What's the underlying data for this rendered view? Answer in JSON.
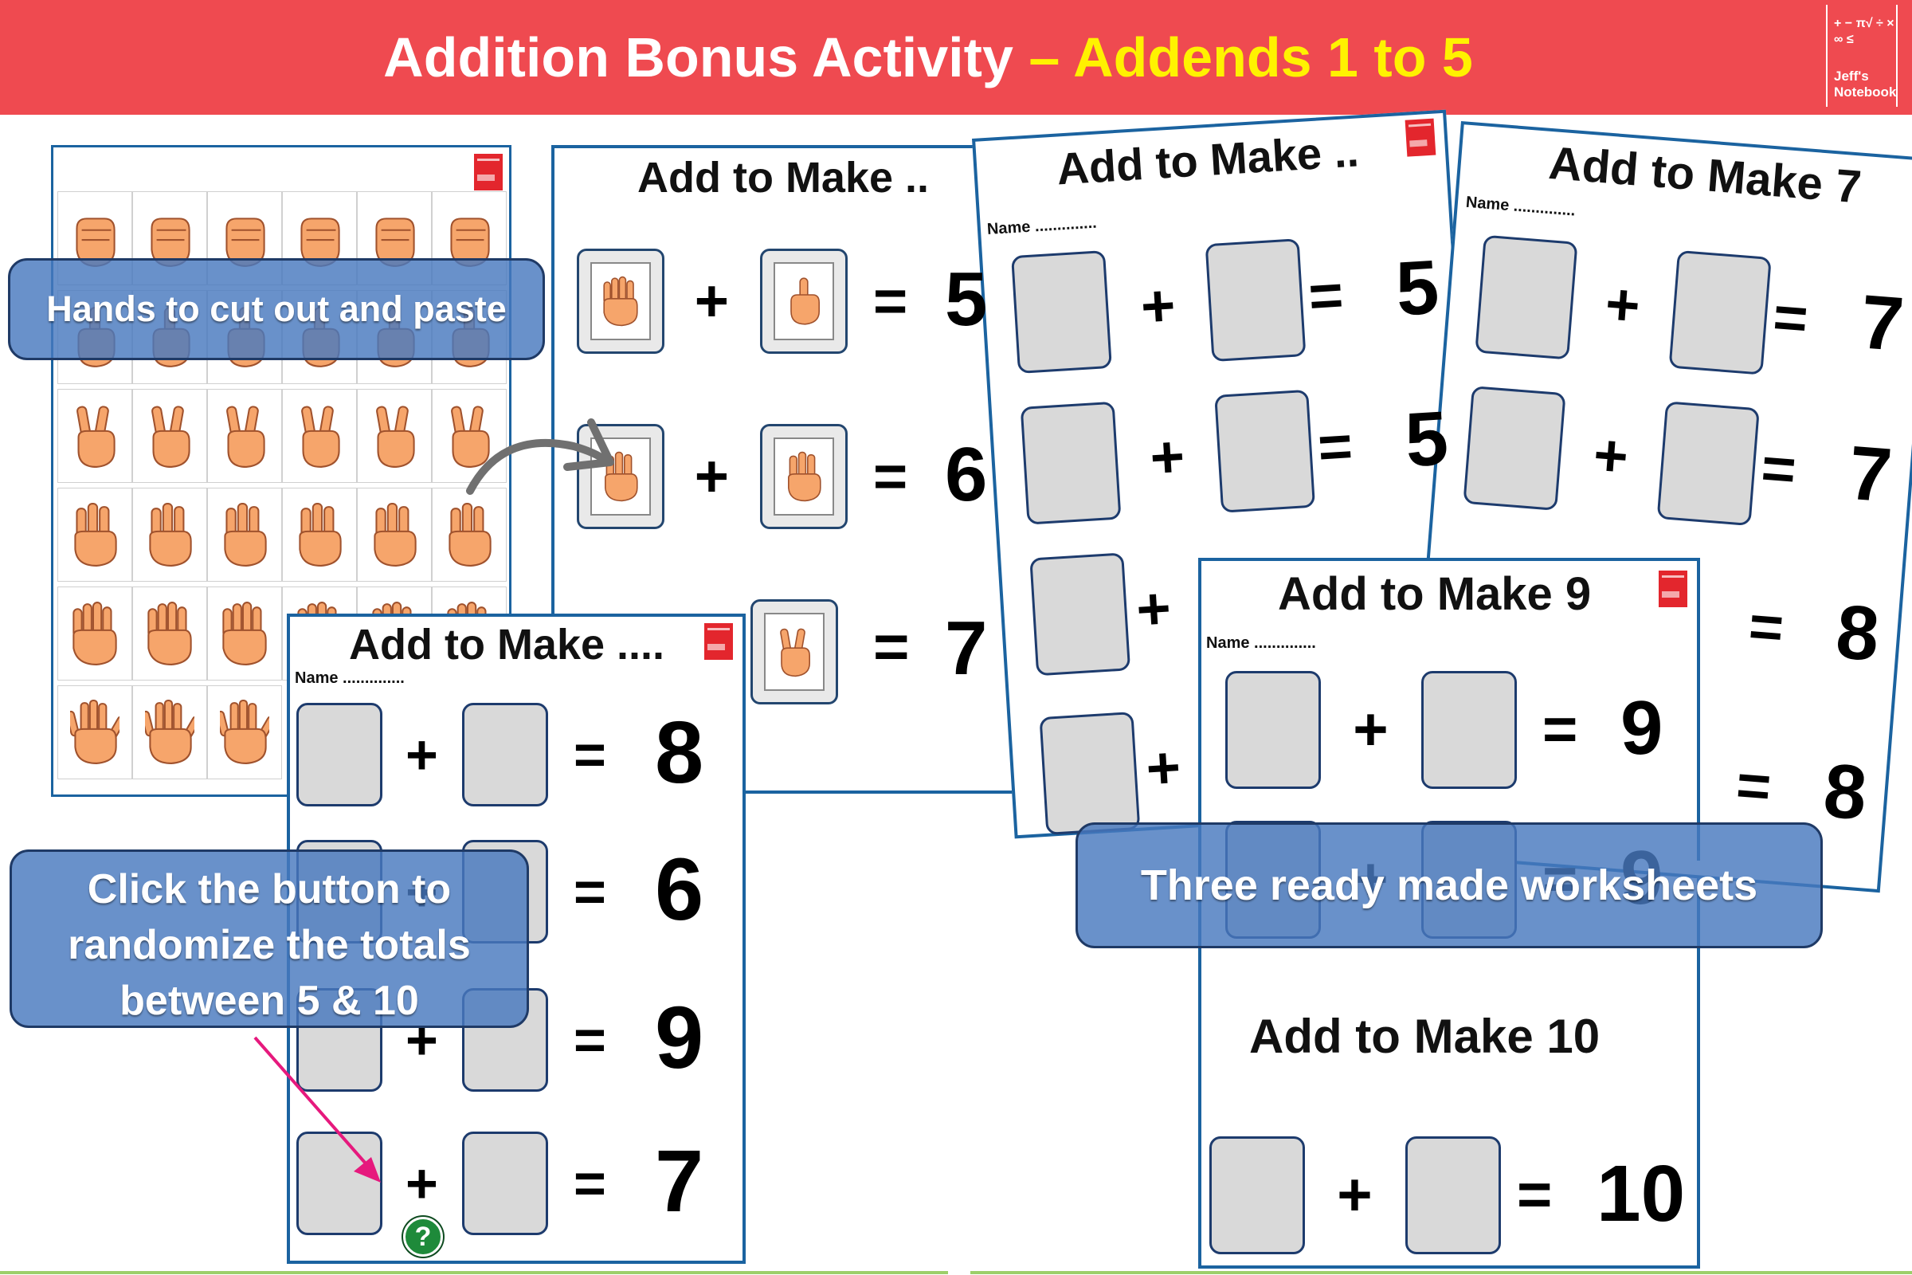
{
  "header": {
    "title_main": "Addition Bonus Activity",
    "title_highlight": "– Addends 1 to 5",
    "logo_symbols": "+ − π√  ÷ × ∞ ≤",
    "logo_name": "Jeff's Notebook"
  },
  "callouts": {
    "hands": "Hands to cut out and paste",
    "randomize_line1": "Click the button to",
    "randomize_line2": "randomize the totals",
    "randomize_line3": "between 5 & 10",
    "worksheets": "Three ready made worksheets"
  },
  "sheet_cards": {
    "title": "Add to Make ..",
    "totals": [
      "5",
      "6",
      "7"
    ]
  },
  "sheet_make5": {
    "title": "Add to Make ..",
    "name_label": "Name ..............",
    "totals": [
      "5",
      "5"
    ]
  },
  "sheet_make7": {
    "title": "Add to Make 7",
    "name_label": "Name ..............",
    "totals": [
      "7",
      "7",
      "8",
      "8"
    ]
  },
  "sheet_make9": {
    "title": "Add to Make 9",
    "name_label": "Name ..............",
    "totals": [
      "9",
      "9"
    ]
  },
  "sheet_make10": {
    "title": "Add to Make 10",
    "totals": [
      "10"
    ]
  },
  "sheet_random": {
    "title": "Add to Make ....",
    "name_label": "Name ..............",
    "totals": [
      "8",
      "6",
      "9",
      "7"
    ]
  },
  "symbols": {
    "plus": "+",
    "equals": "="
  },
  "help_button": {
    "label": "?"
  },
  "colors": {
    "banner": "#ef4a50",
    "highlight": "#fff200",
    "sheet_border": "#1b63a0",
    "callout": "#4879be",
    "arrow_pink": "#e6197d",
    "arrow_gray": "#707070",
    "button_green": "#1e8a3a"
  }
}
